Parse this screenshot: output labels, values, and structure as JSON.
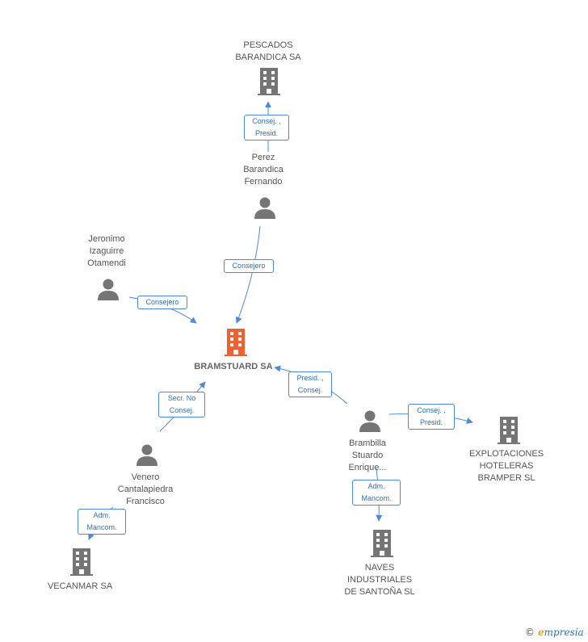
{
  "colors": {
    "edge": "#4a8bd6",
    "company": "#757575",
    "person": "#757575",
    "center": "#f06030"
  },
  "nodes": {
    "bramstuard": {
      "lines": [
        "BRAMSTUARD SA"
      ],
      "icon": "building-icon"
    },
    "pescados": {
      "lines": [
        "PESCADOS",
        "BARANDICA SA"
      ],
      "icon": "building-icon"
    },
    "perez": {
      "lines": [
        "Perez",
        "Barandica",
        "Fernando"
      ],
      "icon": "person-icon"
    },
    "jeronimo": {
      "lines": [
        "Jeronimo",
        "Izaguirre",
        "Otamendi"
      ],
      "icon": "person-icon"
    },
    "brambilla": {
      "lines": [
        "Brambilla",
        "Stuardo",
        "Enrique..."
      ],
      "icon": "person-icon"
    },
    "explotaciones": {
      "lines": [
        "EXPLOTACIONES",
        "HOTELERAS",
        "BRAMPER  SL"
      ],
      "icon": "building-icon"
    },
    "naves": {
      "lines": [
        "NAVES",
        "INDUSTRIALES",
        "DE SANTOÑA SL"
      ],
      "icon": "building-icon"
    },
    "venero": {
      "lines": [
        "Venero",
        "Cantalapiedra",
        "Francisco"
      ],
      "icon": "person-icon"
    },
    "vecanmar": {
      "lines": [
        "VECANMAR SA"
      ],
      "icon": "building-icon"
    }
  },
  "edges": {
    "perez_pescados": {
      "lines": [
        "Consej. ,",
        "Presid."
      ]
    },
    "perez_bramstuard": {
      "lines": [
        "Consejero"
      ]
    },
    "jeronimo_bramstuard": {
      "lines": [
        "Consejero"
      ]
    },
    "brambilla_bramstuard": {
      "lines": [
        "Presid. ,",
        "Consej."
      ]
    },
    "brambilla_explotaciones": {
      "lines": [
        "Consej. ,",
        "Presid."
      ]
    },
    "brambilla_naves": {
      "lines": [
        "Adm.",
        "Mancom."
      ]
    },
    "venero_bramstuard": {
      "lines": [
        "Secr.  No",
        "Consej."
      ]
    },
    "venero_vecanmar": {
      "lines": [
        "Adm.",
        "Mancom."
      ]
    }
  },
  "footer": {
    "copyright": "©",
    "brand_initial": "e",
    "brand_rest": "mpresia"
  }
}
